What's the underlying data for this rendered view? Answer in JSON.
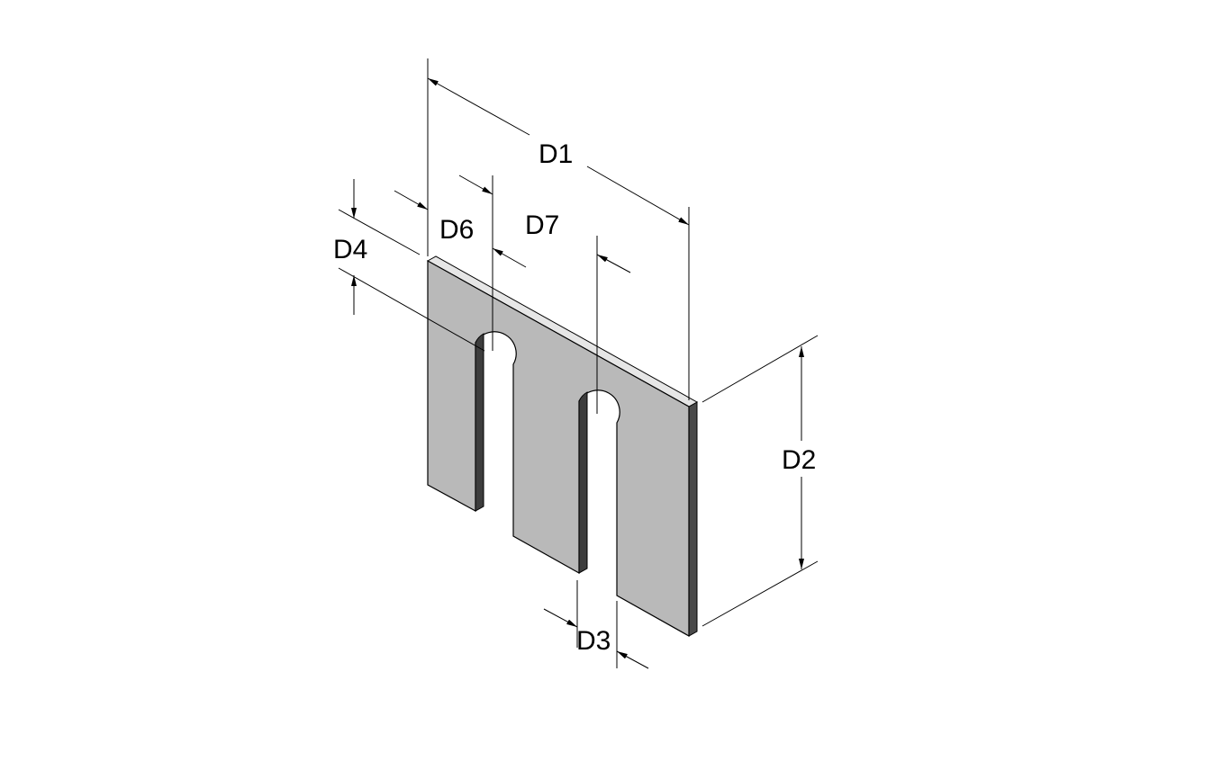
{
  "drawing": {
    "dimensions": {
      "d1": "D1",
      "d2": "D2",
      "d3": "D3",
      "d4": "D4",
      "d6": "D6",
      "d7": "D7"
    },
    "colors": {
      "plate_face": "#b9b9b9",
      "plate_top_edge": "#e6e6e6",
      "plate_side_edge": "#4a4a4a",
      "slot_inner_wall": "#3d3d3d",
      "dimension_lines": "#000000"
    }
  }
}
